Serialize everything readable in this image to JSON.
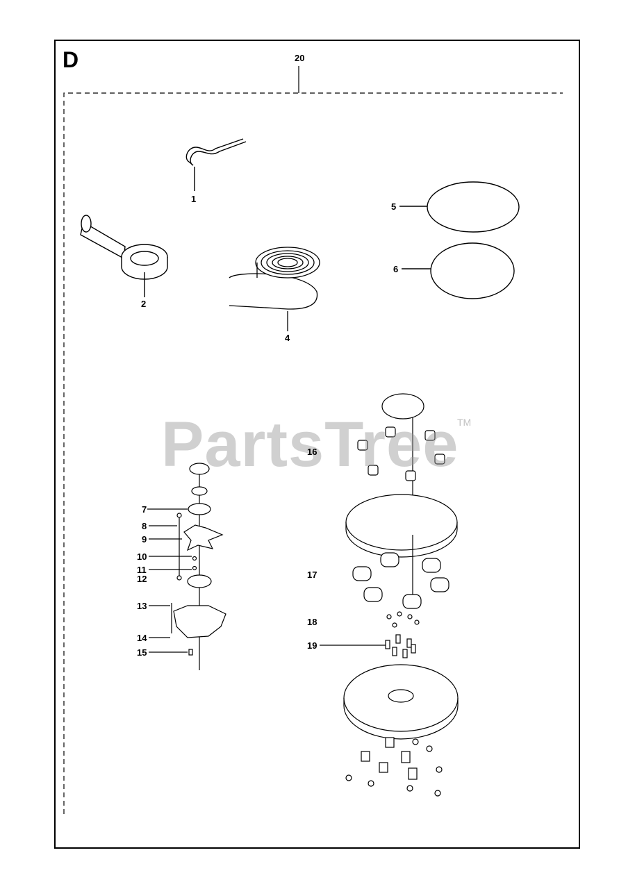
{
  "section": {
    "letter": "D"
  },
  "watermark": {
    "text": "PartsTree",
    "tm": "TM"
  },
  "callouts": {
    "c20": "20",
    "c1": "1",
    "c2": "2",
    "c4": "4",
    "c5": "5",
    "c6": "6",
    "c7": "7",
    "c8": "8",
    "c9": "9",
    "c10": "10",
    "c11": "11",
    "c12": "12",
    "c13": "13",
    "c14": "14",
    "c15": "15",
    "c16": "16",
    "c17": "17",
    "c18": "18",
    "c19": "19"
  }
}
